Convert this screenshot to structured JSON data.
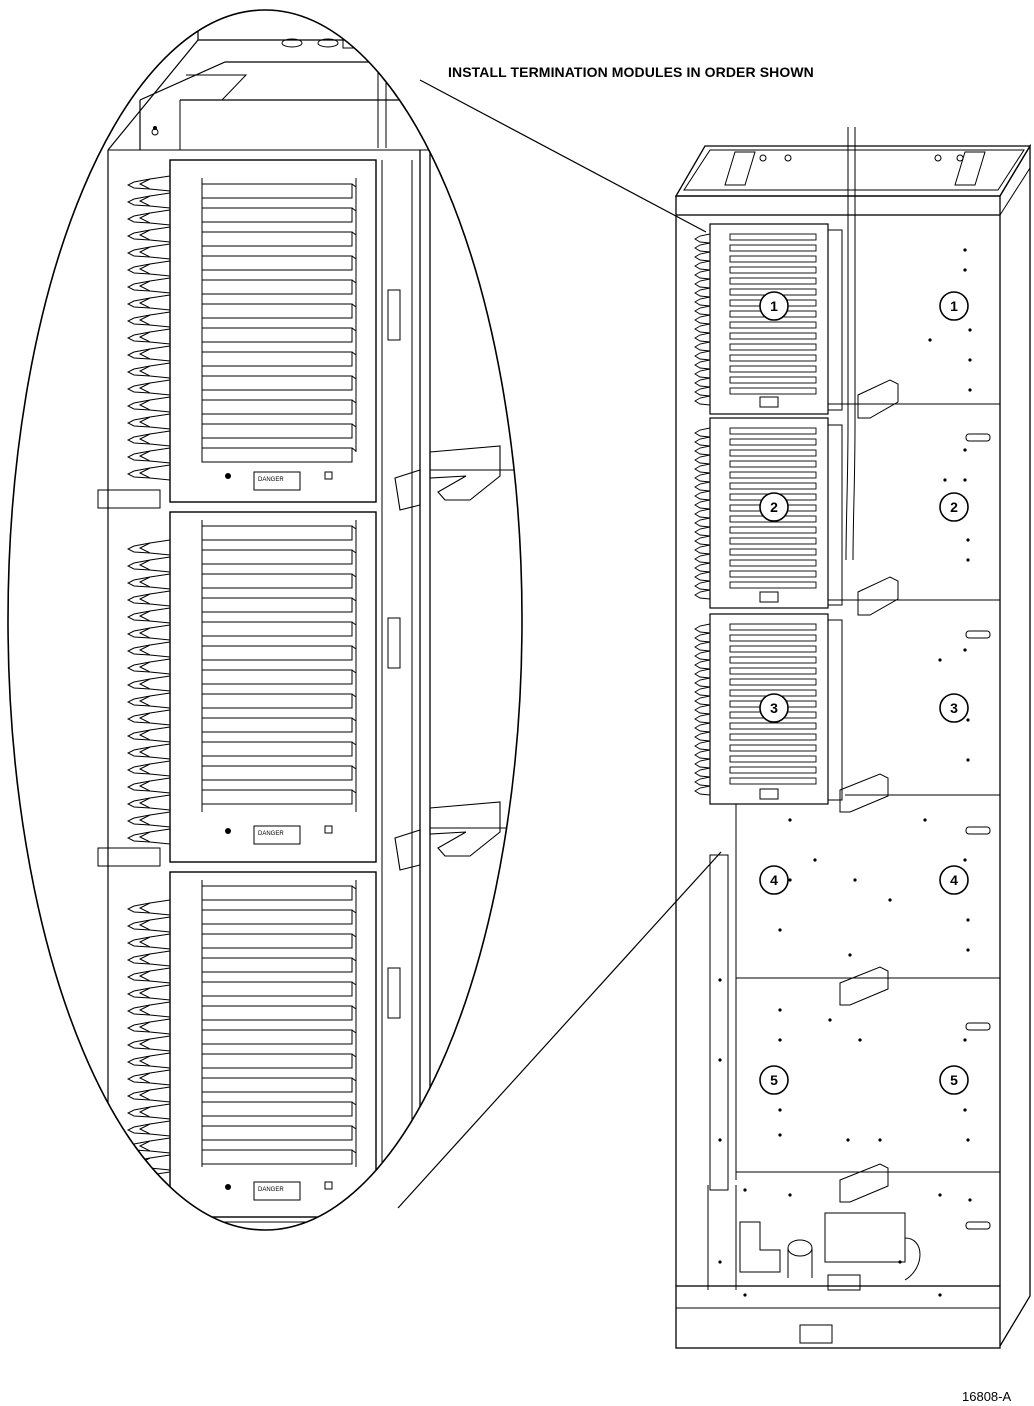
{
  "title": "INSTALL TERMINATION MODULES IN ORDER SHOWN",
  "figure_id": "16808-A",
  "position_labels": [
    "1",
    "2",
    "3",
    "4",
    "5"
  ],
  "panel_label": "DANGER"
}
